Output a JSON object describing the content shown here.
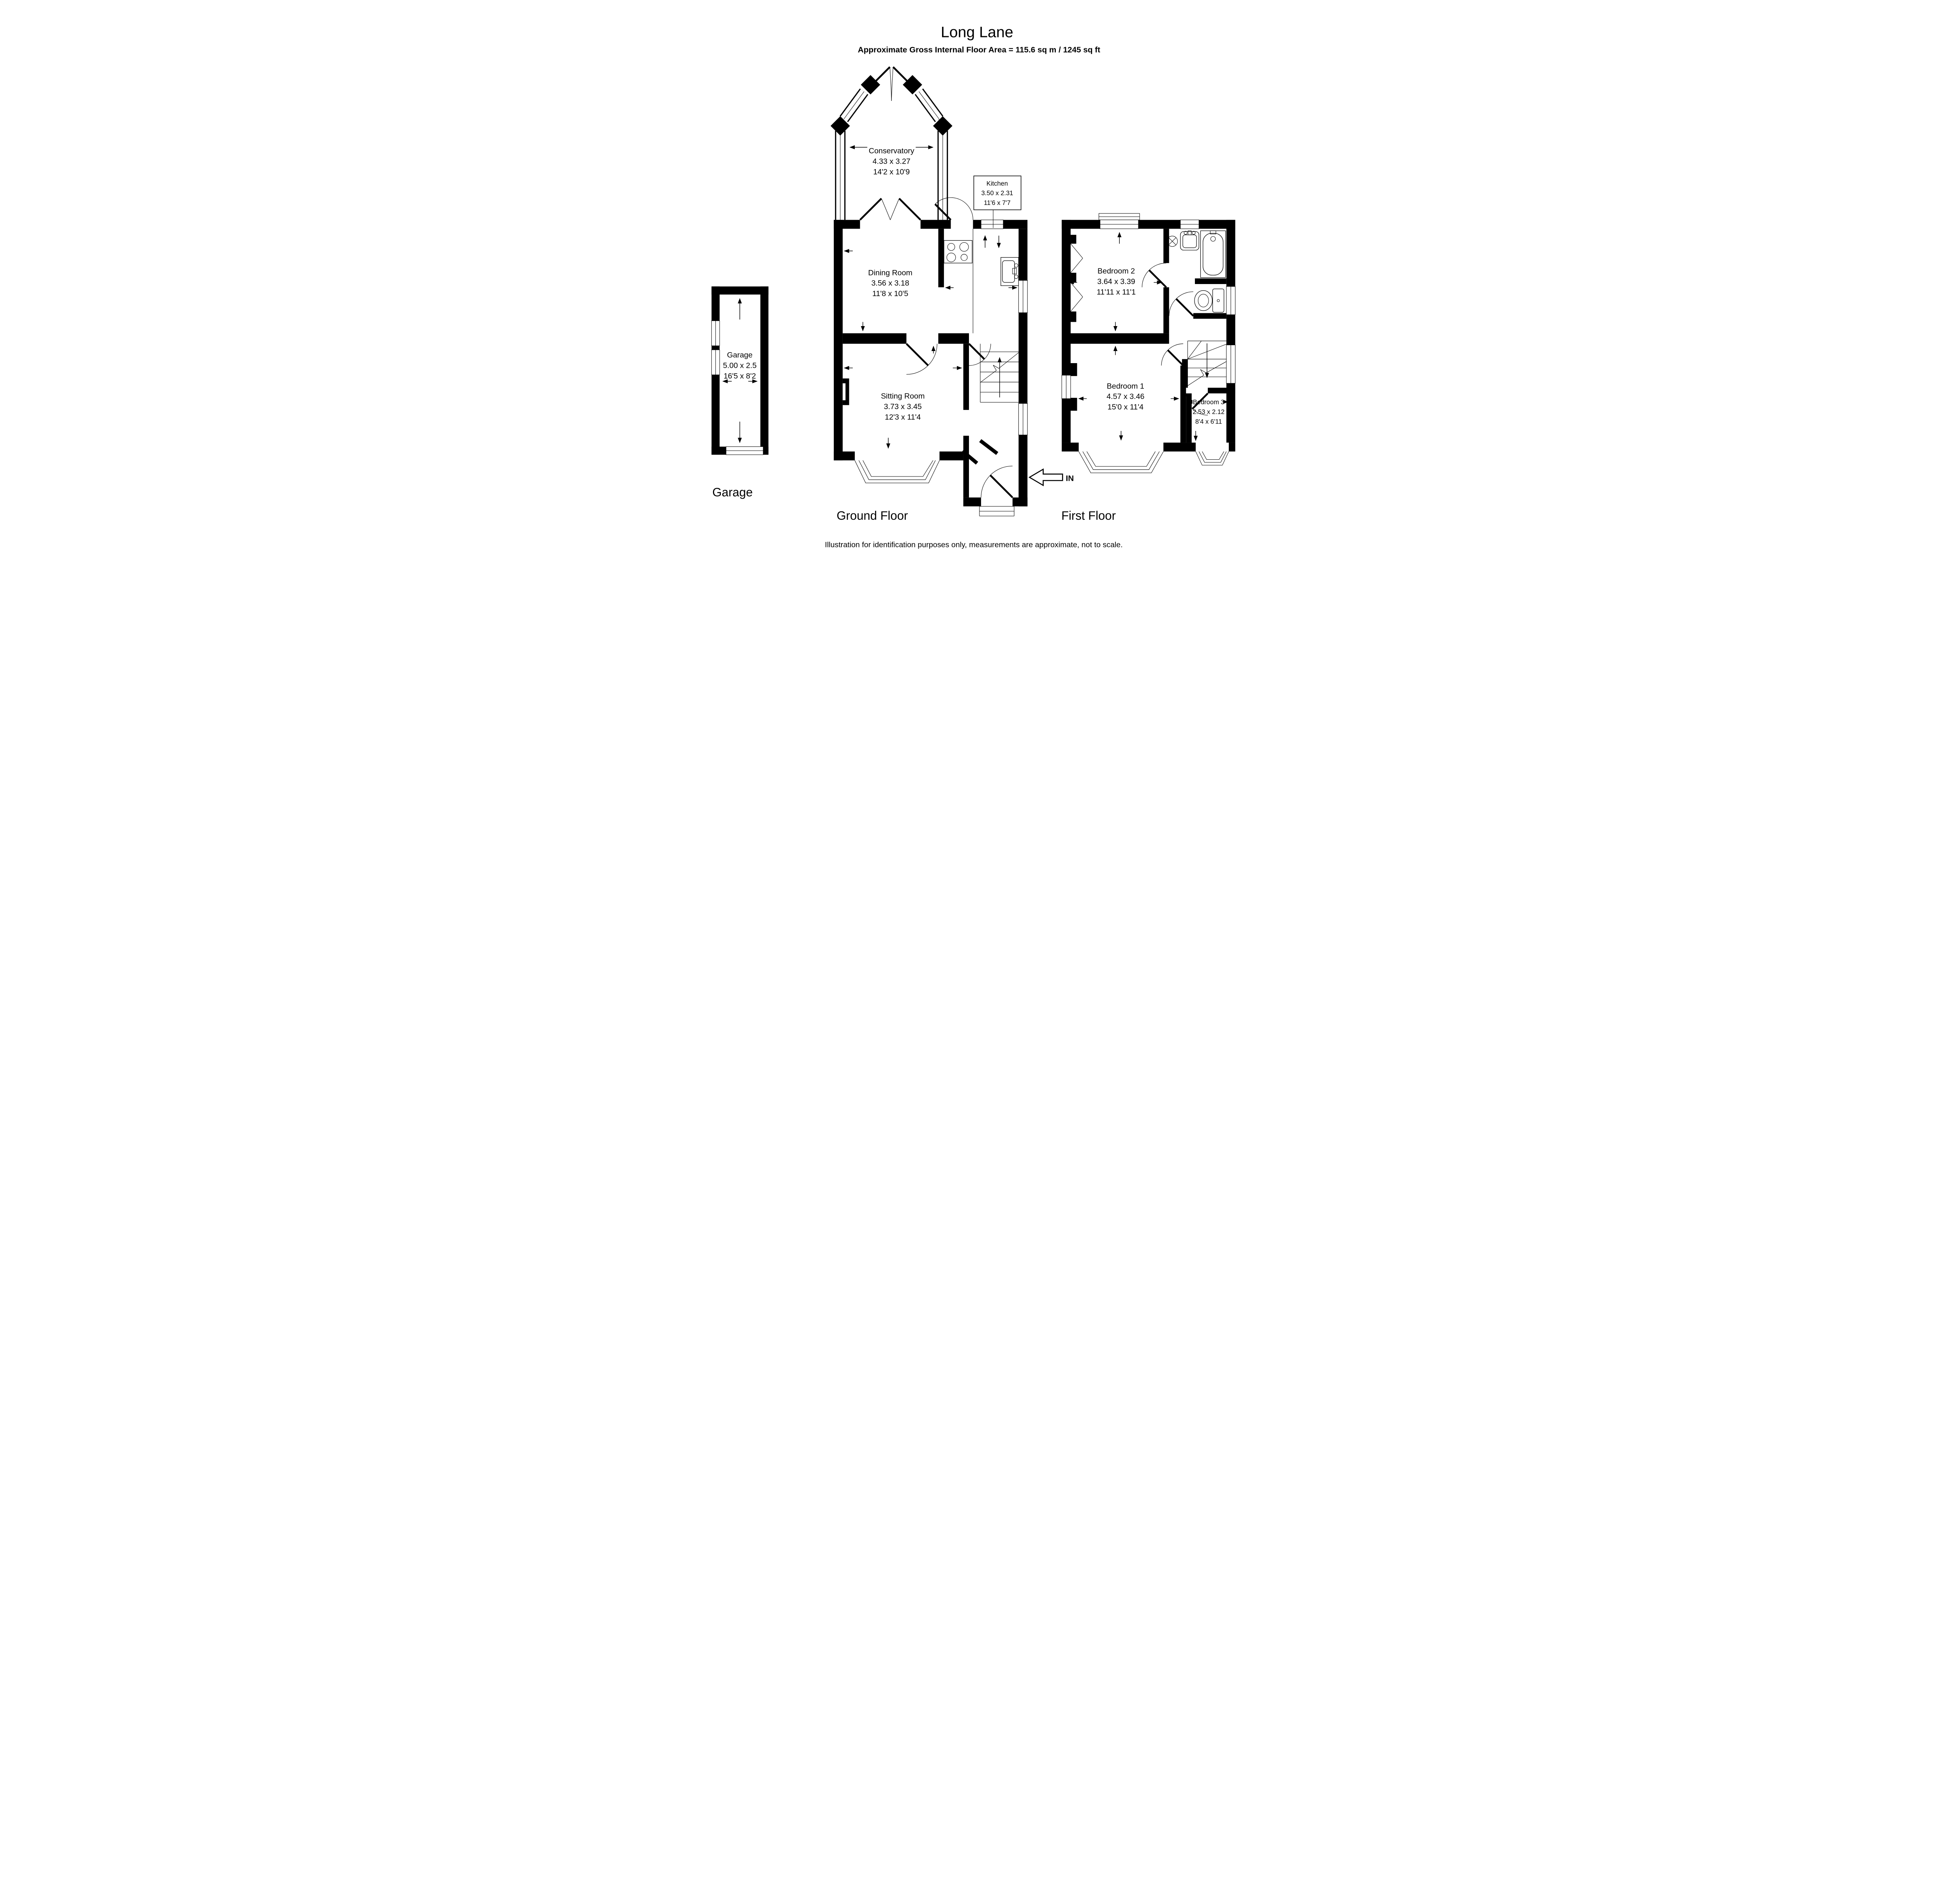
{
  "title": "Long Lane",
  "subtitle": "Approximate Gross Internal Floor Area = 115.6 sq m / 1245 sq ft",
  "footer": "Illustration for identification purposes only, measurements are approximate, not to scale.",
  "sections": {
    "garage": "Garage",
    "ground": "Ground Floor",
    "first": "First Floor"
  },
  "entrance_arrow": "IN",
  "rooms": {
    "conservatory": {
      "name": "Conservatory",
      "metric": "4.33 x 3.27",
      "imperial": "14'2 x 10'9"
    },
    "kitchen": {
      "name": "Kitchen",
      "metric": "3.50 x 2.31",
      "imperial": "11'6 x 7'7"
    },
    "dining_room": {
      "name": "Dining Room",
      "metric": "3.56 x 3.18",
      "imperial": "11'8 x 10'5"
    },
    "sitting_room": {
      "name": "Sitting Room",
      "metric": "3.73 x 3.45",
      "imperial": "12'3 x 11'4"
    },
    "garage": {
      "name": "Garage",
      "metric": "5.00 x 2.5",
      "imperial": "16'5 x 8'2"
    },
    "bedroom_1": {
      "name": "Bedroom 1",
      "metric": "4.57 x 3.46",
      "imperial": "15'0 x 11'4"
    },
    "bedroom_2": {
      "name": "Bedroom 2",
      "metric": "3.64 x 3.39",
      "imperial": "11'11 x 11'1"
    },
    "bedroom_3": {
      "name": "Bedroom 3",
      "metric": "2.53 x 2.12",
      "imperial": "8'4 x 6'11"
    }
  },
  "colors": {
    "wall": "#000000",
    "background": "#ffffff"
  }
}
